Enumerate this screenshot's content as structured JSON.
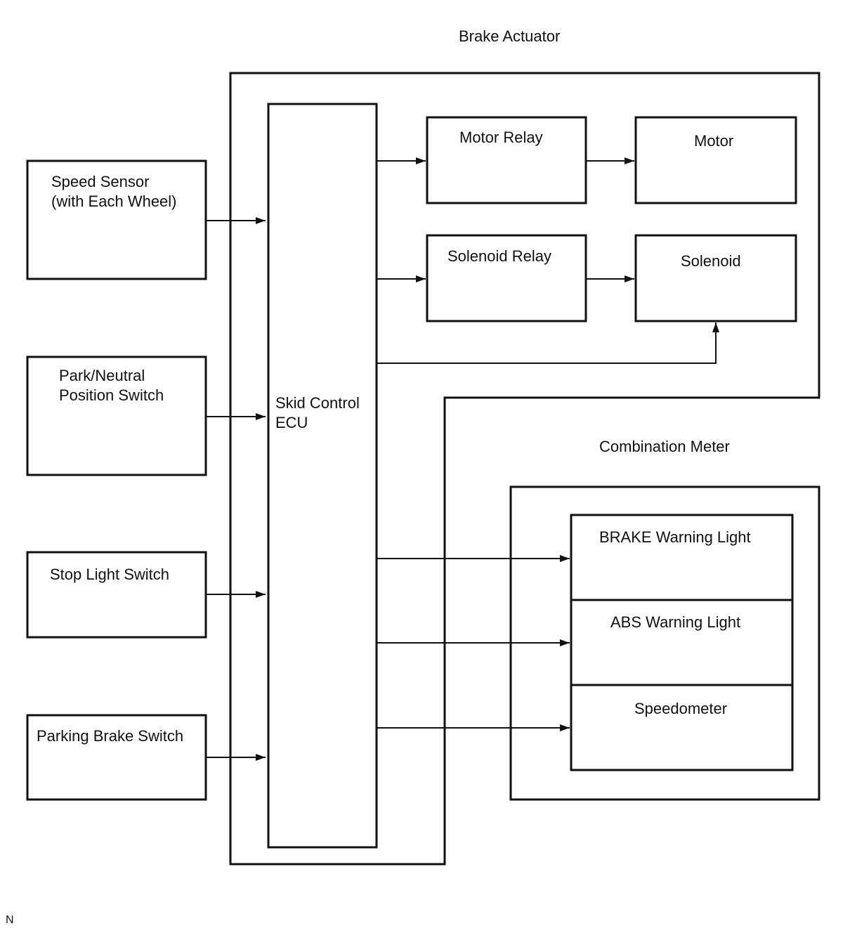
{
  "groups": {
    "brake_actuator": "Brake Actuator",
    "combination_meter": "Combination Meter"
  },
  "inputs": {
    "speed_sensor": "Speed Sensor\n(with Each Wheel)",
    "park_neutral": "Park/Neutral\nPosition Switch",
    "stop_light": "Stop Light Switch",
    "parking_brake": "Parking Brake Switch"
  },
  "ecu": "Skid Control\nECU",
  "actuator_parts": {
    "motor_relay": "Motor Relay",
    "motor": "Motor",
    "solenoid_relay": "Solenoid Relay",
    "solenoid": "Solenoid"
  },
  "meter_parts": {
    "brake_warning": "BRAKE Warning Light",
    "abs_warning": "ABS Warning Light",
    "speedometer": "Speedometer"
  },
  "corner_mark": "N"
}
